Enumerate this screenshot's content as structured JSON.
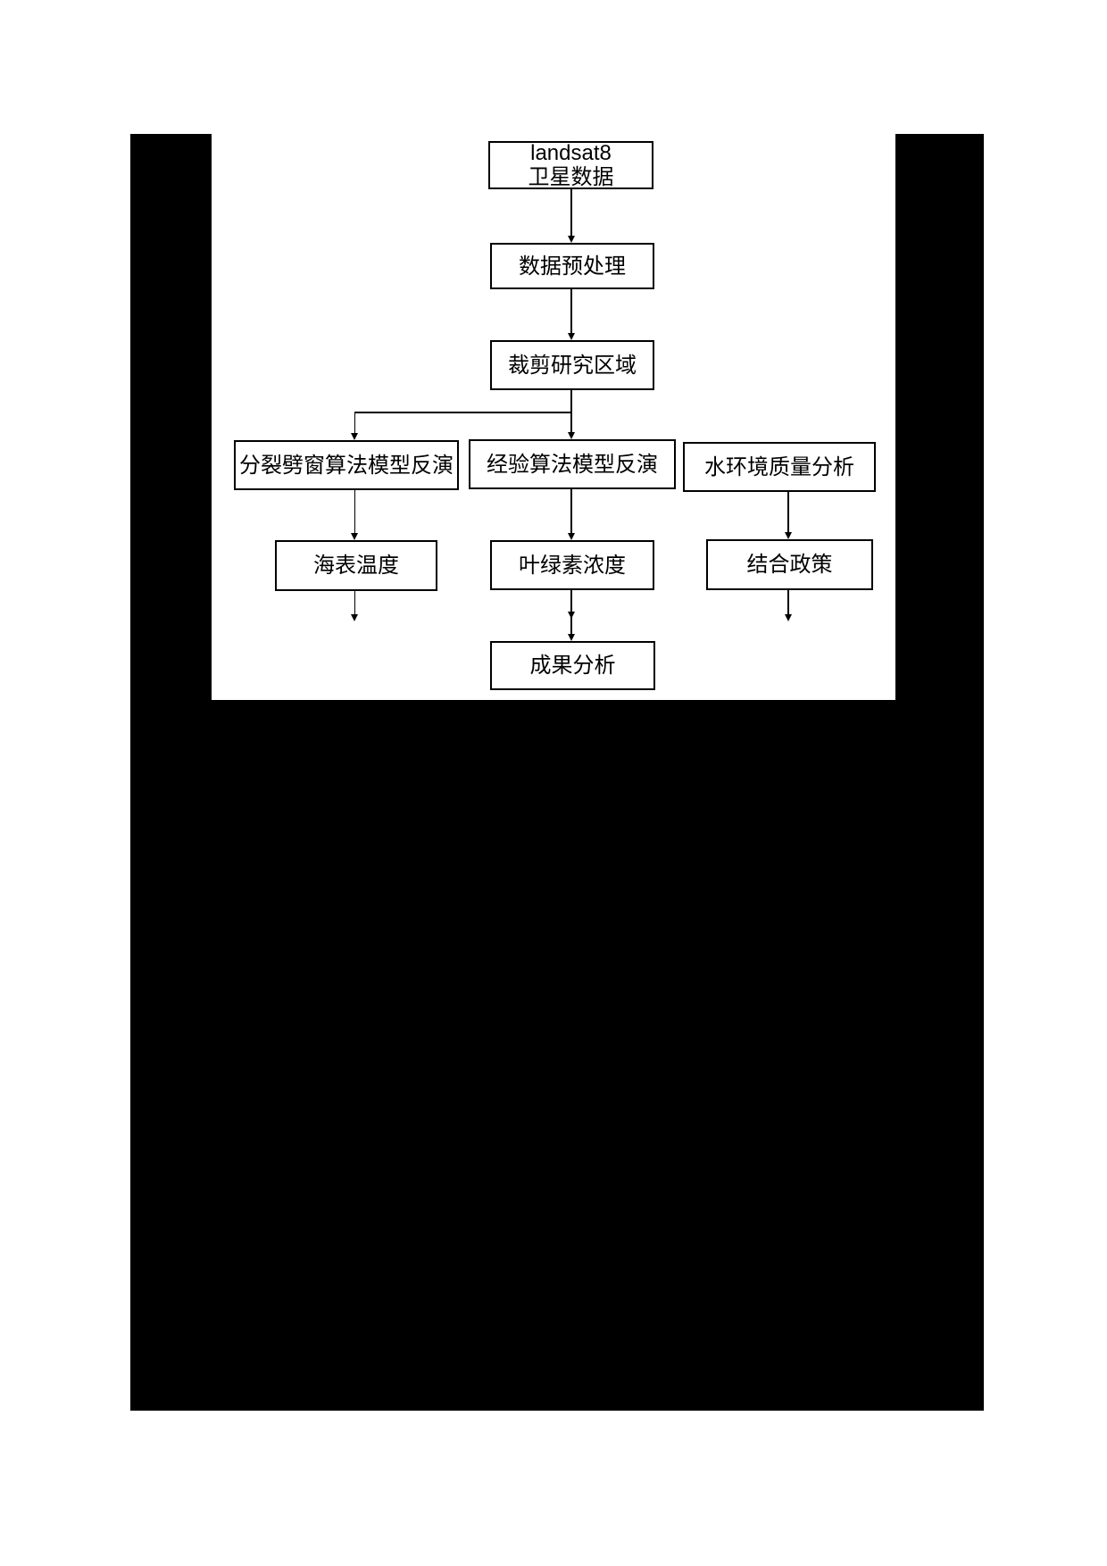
{
  "colors": {
    "page_background": "#ffffff",
    "mask_fill": "#000000",
    "box_border": "#000000",
    "box_fill": "#ffffff",
    "line_color": "#000000",
    "text_color": "#000000"
  },
  "flowchart": {
    "nodes": [
      {
        "id": "satellite-data",
        "label": "landsat8\n卫星数据"
      },
      {
        "id": "data-preprocessing",
        "label": "数据预处理"
      },
      {
        "id": "crop-study-area",
        "label": "裁剪研究区域"
      },
      {
        "id": "split-window-inversion",
        "label": "分裂劈窗算法模型反演"
      },
      {
        "id": "empirical-inversion",
        "label": "经验算法模型反演"
      },
      {
        "id": "water-quality-analysis",
        "label": "水环境质量分析"
      },
      {
        "id": "sea-surface-temperature",
        "label": "海表温度"
      },
      {
        "id": "chlorophyll-concentration",
        "label": "叶绿素浓度"
      },
      {
        "id": "policy-integration",
        "label": "结合政策"
      },
      {
        "id": "results-analysis",
        "label": "成果分析"
      }
    ],
    "edges": [
      {
        "from": "satellite-data",
        "to": "data-preprocessing"
      },
      {
        "from": "data-preprocessing",
        "to": "crop-study-area"
      },
      {
        "from": "crop-study-area",
        "to": "split-window-inversion"
      },
      {
        "from": "crop-study-area",
        "to": "empirical-inversion"
      },
      {
        "from": "split-window-inversion",
        "to": "sea-surface-temperature"
      },
      {
        "from": "empirical-inversion",
        "to": "chlorophyll-concentration"
      },
      {
        "from": "water-quality-analysis",
        "to": "policy-integration"
      },
      {
        "from": "sea-surface-temperature",
        "to": null
      },
      {
        "from": "chlorophyll-concentration",
        "to": "results-analysis"
      },
      {
        "from": "policy-integration",
        "to": null
      }
    ]
  }
}
